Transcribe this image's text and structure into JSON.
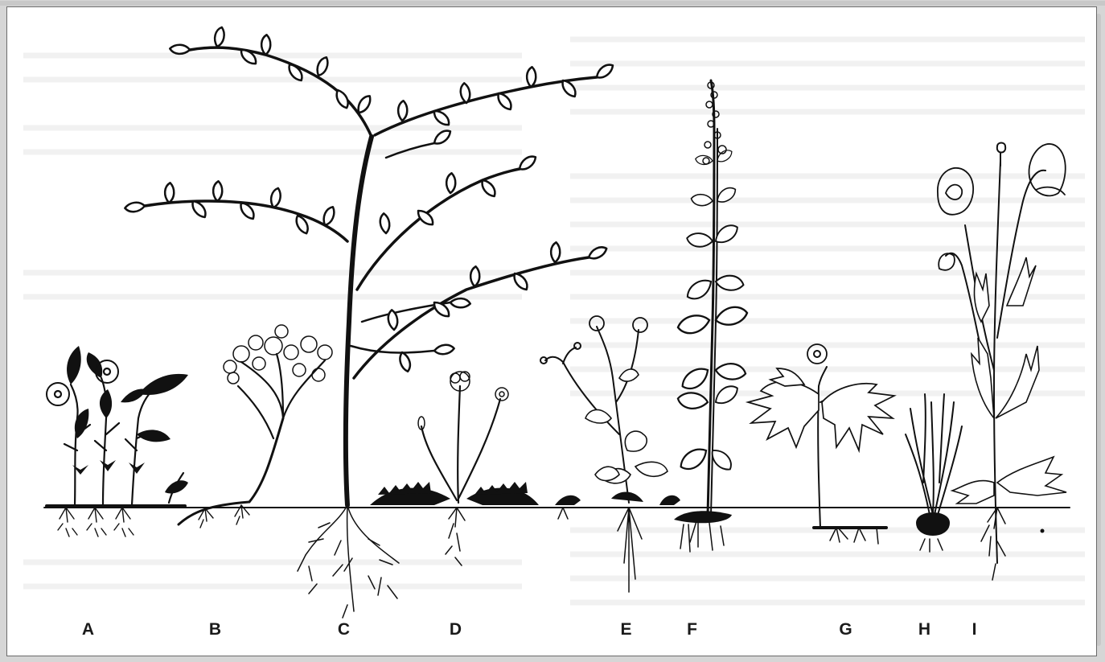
{
  "plants": [
    {
      "letter": "A",
      "name": "plant-a"
    },
    {
      "letter": "B",
      "name": "plant-b"
    },
    {
      "letter": "C",
      "name": "plant-c"
    },
    {
      "letter": "D",
      "name": "plant-d"
    },
    {
      "letter": "E",
      "name": "plant-e"
    },
    {
      "letter": "F",
      "name": "plant-f"
    },
    {
      "letter": "G",
      "name": "plant-g"
    },
    {
      "letter": "H",
      "name": "plant-h"
    },
    {
      "letter": "I",
      "name": "plant-i"
    }
  ],
  "colors": {
    "ink": "#111111",
    "paper": "#ffffff",
    "bleed": "#d6d6d6"
  }
}
